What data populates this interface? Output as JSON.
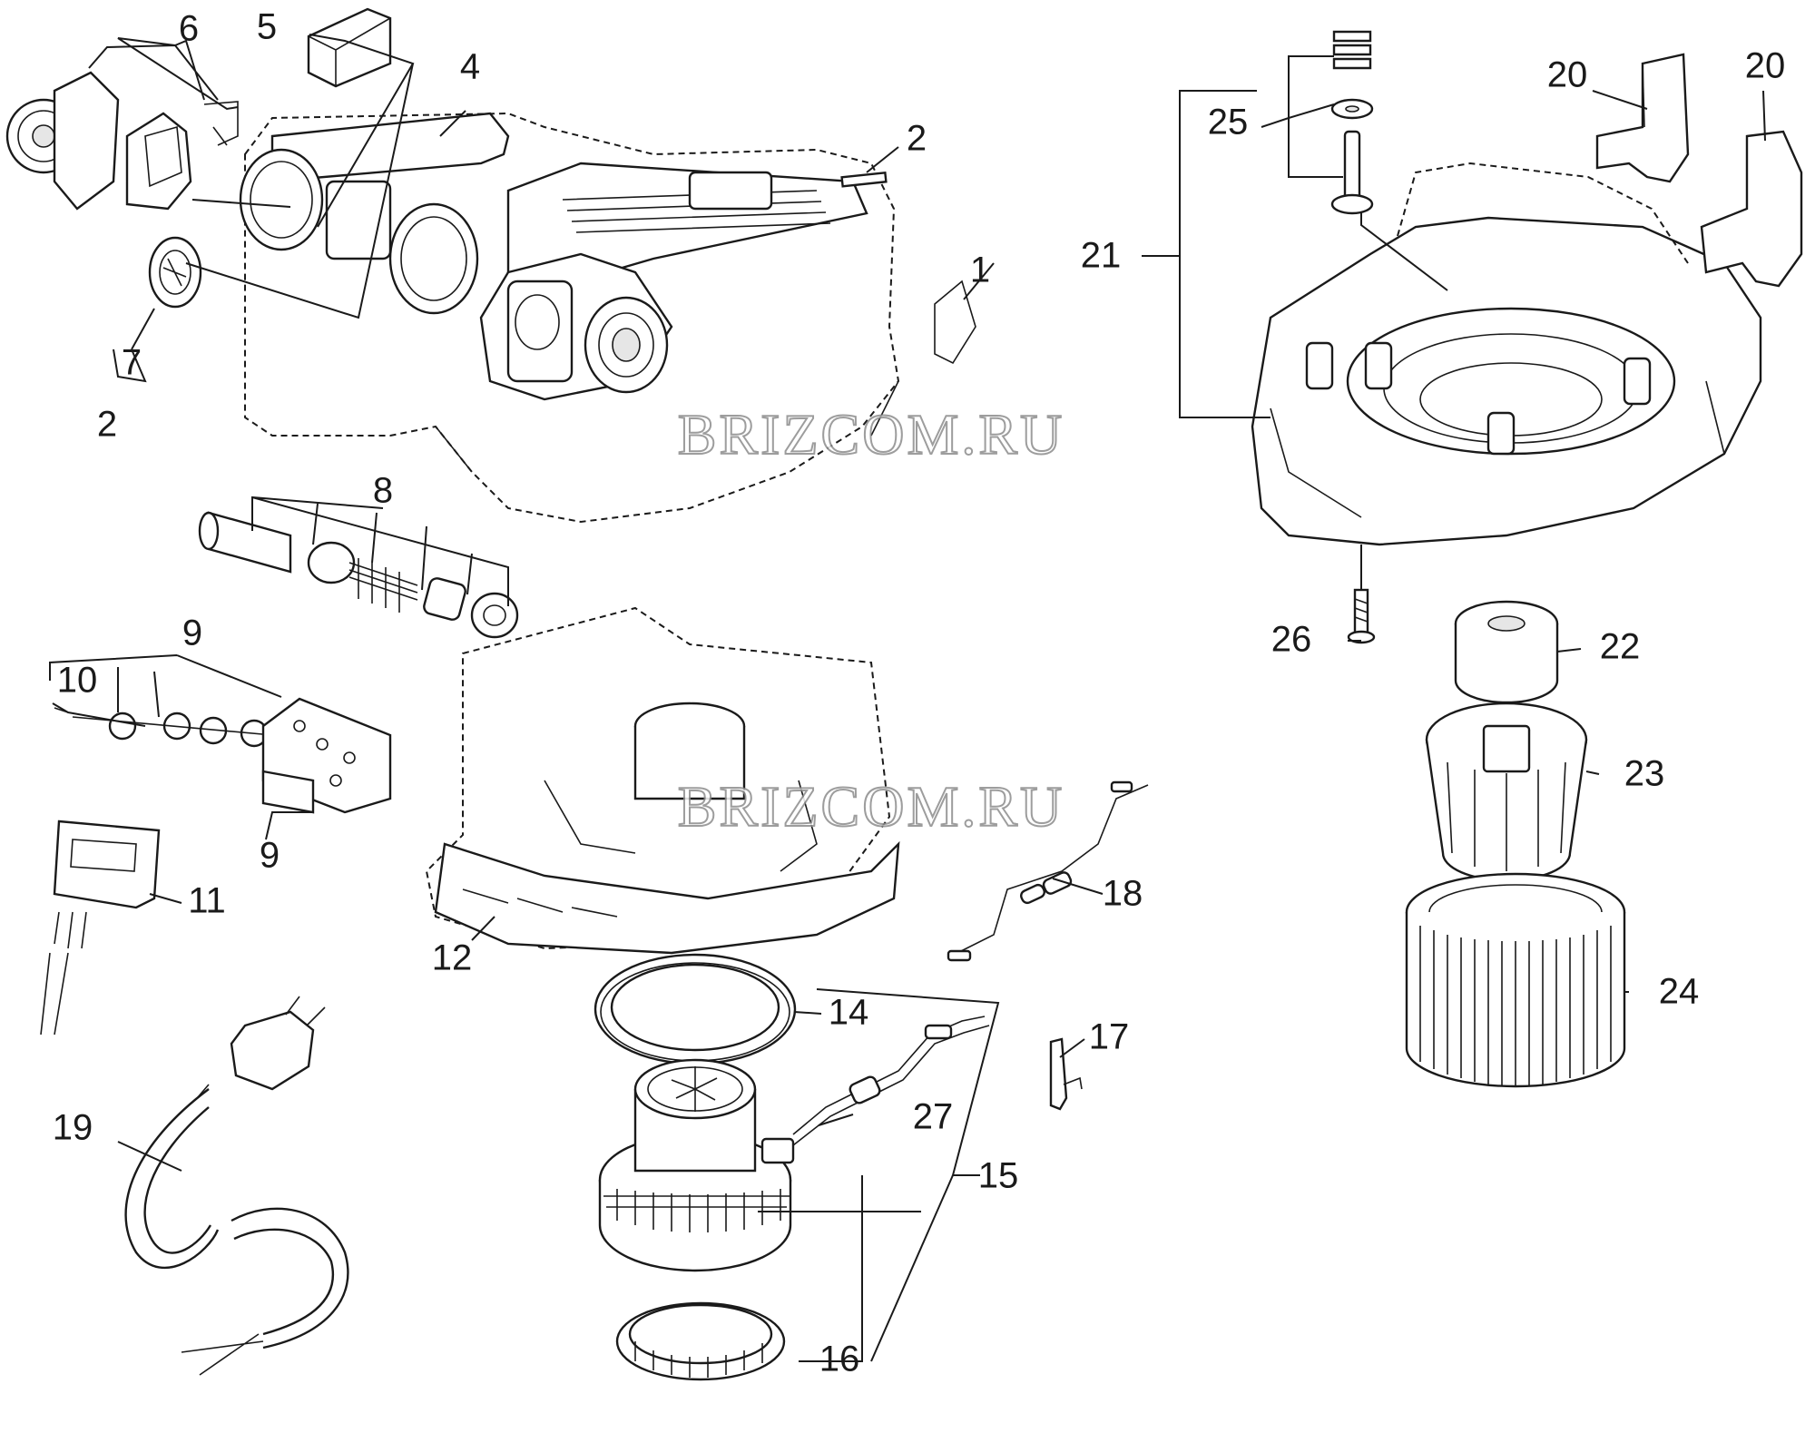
{
  "diagram": {
    "callouts": [
      {
        "id": "c1",
        "text": "1"
      },
      {
        "id": "c2a",
        "text": "2"
      },
      {
        "id": "c2b",
        "text": "2"
      },
      {
        "id": "c4",
        "text": "4"
      },
      {
        "id": "c5",
        "text": "5"
      },
      {
        "id": "c6",
        "text": "6"
      },
      {
        "id": "c7",
        "text": "7"
      },
      {
        "id": "c8",
        "text": "8"
      },
      {
        "id": "c9a",
        "text": "9"
      },
      {
        "id": "c9b",
        "text": "9"
      },
      {
        "id": "c10",
        "text": "10"
      },
      {
        "id": "c11",
        "text": "11"
      },
      {
        "id": "c12",
        "text": "12"
      },
      {
        "id": "c14",
        "text": "14"
      },
      {
        "id": "c15",
        "text": "15"
      },
      {
        "id": "c16",
        "text": "16"
      },
      {
        "id": "c17",
        "text": "17"
      },
      {
        "id": "c18",
        "text": "18"
      },
      {
        "id": "c19",
        "text": "19"
      },
      {
        "id": "c20a",
        "text": "20"
      },
      {
        "id": "c20b",
        "text": "20"
      },
      {
        "id": "c21",
        "text": "21"
      },
      {
        "id": "c22",
        "text": "22"
      },
      {
        "id": "c23",
        "text": "23"
      },
      {
        "id": "c24",
        "text": "24"
      },
      {
        "id": "c25",
        "text": "25"
      },
      {
        "id": "c26",
        "text": "26"
      },
      {
        "id": "c27",
        "text": "27"
      }
    ],
    "watermark": "BRIZCOM.RU"
  }
}
